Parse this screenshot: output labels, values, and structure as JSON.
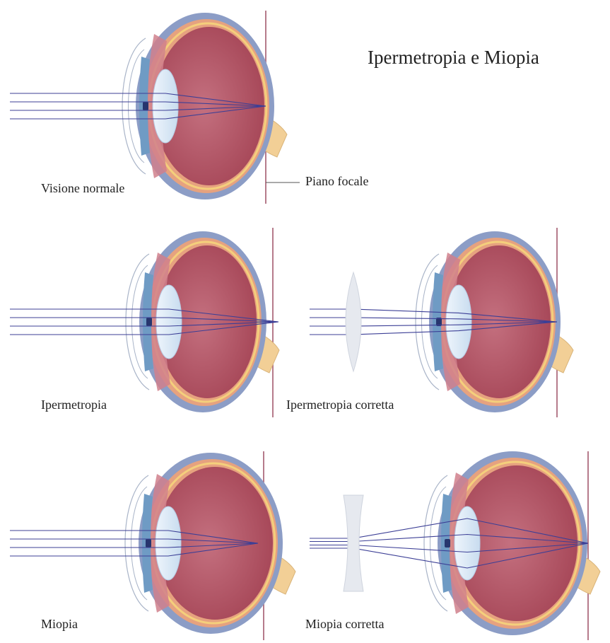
{
  "title": "Ipermetropia e Miopia",
  "labels": {
    "normal": "Visione normale",
    "focal_plane": "Piano focale",
    "hyperopia": "Ipermetropia",
    "hyperopia_corrected": "Ipermetropia corretta",
    "myopia": "Miopia",
    "myopia_corrected": "Miopia corretta"
  },
  "colors": {
    "sclera": "#8c9dc6",
    "vitreous": "#b85668",
    "choroid": "#e6a27f",
    "retina_line": "#f4cf7c",
    "iris": "#6f9bc4",
    "lens": "#dce9f6",
    "cornea": "#a9b4c8",
    "nerve": "#f2cf96",
    "ray": "#3c3f96",
    "focal_line": "#a35a6e",
    "corrective_lens": "#e6e9ef"
  },
  "diagrams": [
    {
      "id": "normal",
      "label_key": "normal",
      "focus": "on-retina",
      "lens": "none"
    },
    {
      "id": "hyperopia",
      "label_key": "hyperopia",
      "focus": "behind-retina",
      "lens": "none"
    },
    {
      "id": "hyperopia-corrected",
      "label_key": "hyperopia_corrected",
      "focus": "on-retina",
      "lens": "convex"
    },
    {
      "id": "myopia",
      "label_key": "myopia",
      "focus": "in-front-of-retina",
      "lens": "none"
    },
    {
      "id": "myopia-corrected",
      "label_key": "myopia_corrected",
      "focus": "on-retina",
      "lens": "concave"
    }
  ]
}
